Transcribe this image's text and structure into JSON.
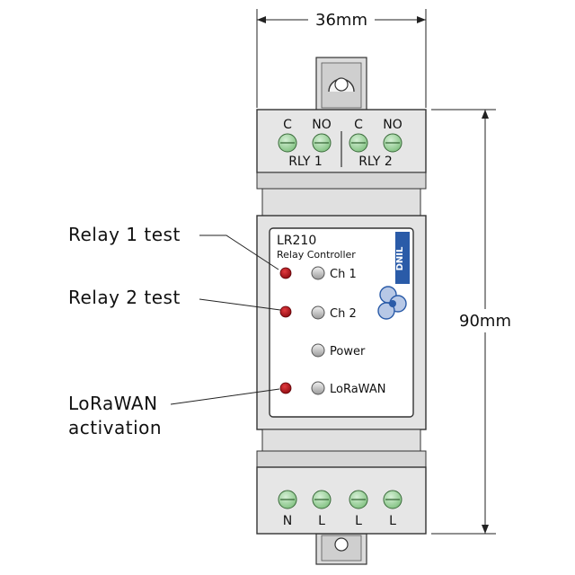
{
  "dimensions": {
    "width": "36mm",
    "height": "90mm"
  },
  "top_terminals": {
    "labels": [
      "C",
      "NO",
      "C",
      "NO"
    ],
    "groups": [
      "RLY 1",
      "RLY 2"
    ]
  },
  "bottom_terminals": {
    "labels": [
      "N",
      "L",
      "L",
      "L"
    ]
  },
  "panel": {
    "model": "LR210",
    "subtitle": "Relay Controller",
    "logo_text": "DNIL"
  },
  "leds": [
    {
      "label": "Ch 1"
    },
    {
      "label": "Ch 2"
    },
    {
      "label": "Power"
    },
    {
      "label": "LoRaWAN"
    }
  ],
  "buttons": [
    {
      "callout": [
        "Relay 1 test"
      ]
    },
    {
      "callout": [
        "Relay 2 test"
      ]
    },
    {
      "callout": [
        "LoRaWAN",
        "activation"
      ]
    }
  ],
  "colors": {
    "button_red": "#c0141b",
    "terminal_green": "#9bd29b",
    "body_gray": "#d9d9d9",
    "panel_white": "#ffffff",
    "logo_blue": "#2a5ba8"
  }
}
